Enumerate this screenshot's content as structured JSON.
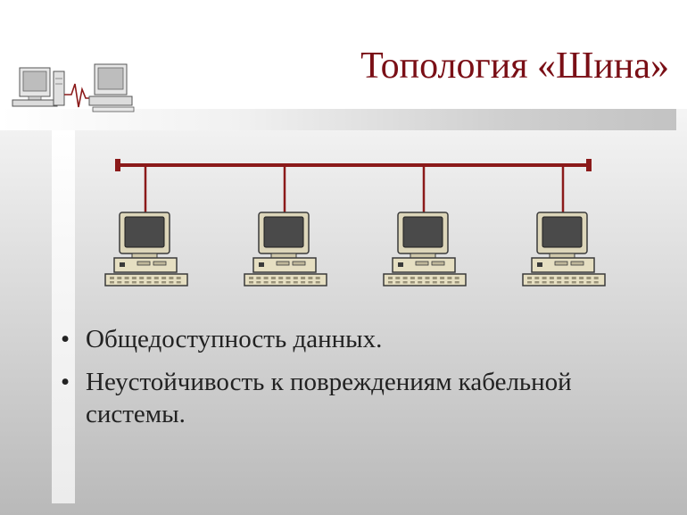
{
  "title": "Топология «Шина»",
  "bullets": [
    "Общедоступность данных.",
    "Неустойчивость к повреждениям кабельной системы."
  ],
  "colors": {
    "accent": "#7a0f16",
    "text": "#222222",
    "bus_line": "#8b1a1a"
  },
  "icons": {
    "logo": "two-computers-signal-icon",
    "node": "desktop-computer-icon"
  },
  "diagram": {
    "type": "bus-topology",
    "node_count": 4
  }
}
